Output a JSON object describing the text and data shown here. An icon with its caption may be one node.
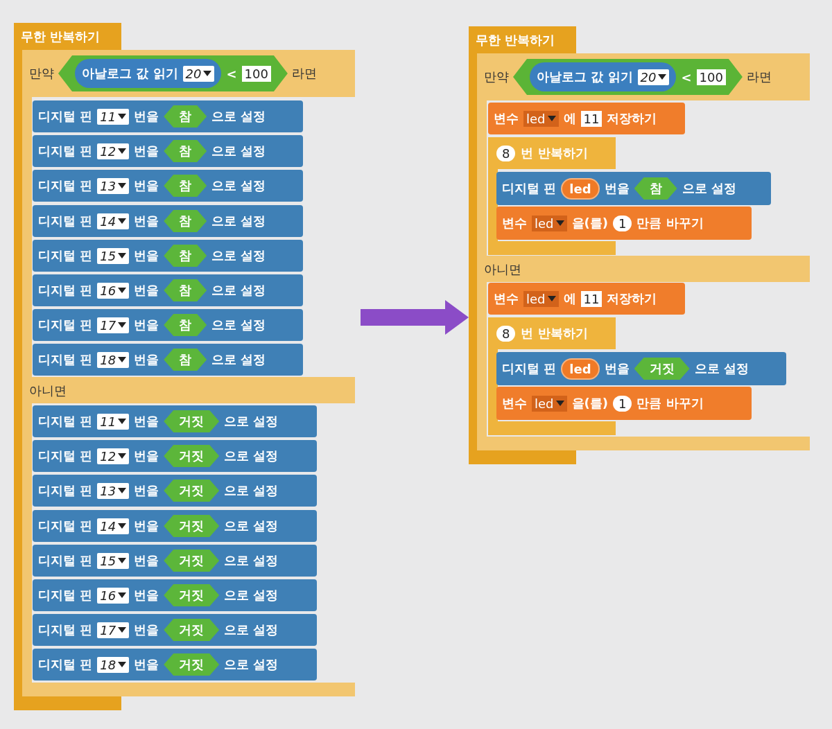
{
  "diagram": {
    "nodes": [
      {
        "text": [
          "무한 반복하기"
        ]
      },
      {
        "text": [
          "만약",
          "아날로그 값 읽기",
          "20",
          "<",
          "100",
          "라면",
          "아니면"
        ],
        "in": 0
      },
      {
        "text": [
          "디지털 핀",
          "11",
          "번을",
          "참",
          "으로 설정"
        ],
        "in": 1
      },
      {
        "text": [
          "디지털 핀",
          "12",
          "번을",
          "참",
          "으로 설정"
        ],
        "in": 1
      },
      {
        "text": [
          "디지털 핀",
          "13",
          "번을",
          "참",
          "으로 설정"
        ],
        "in": 1
      },
      {
        "text": [
          "디지털 핀",
          "14",
          "번을",
          "참",
          "으로 설정"
        ],
        "in": 1
      },
      {
        "text": [
          "디지털 핀",
          "15",
          "번을",
          "참",
          "으로 설정"
        ],
        "in": 1
      },
      {
        "text": [
          "디지털 핀",
          "16",
          "번을",
          "참",
          "으로 설정"
        ],
        "in": 1
      },
      {
        "text": [
          "디지털 핀",
          "17",
          "번을",
          "참",
          "으로 설정"
        ],
        "in": 1
      },
      {
        "text": [
          "디지털 핀",
          "18",
          "번을",
          "참",
          "으로 설정"
        ],
        "in": 1
      },
      {
        "text": [
          "디지털 핀",
          "11",
          "번을",
          "거짓",
          "으로 설정"
        ],
        "in": 1
      },
      {
        "text": [
          "디지털 핀",
          "12",
          "번을",
          "거짓",
          "으로 설정"
        ],
        "in": 1
      },
      {
        "text": [
          "디지털 핀",
          "13",
          "번을",
          "거짓",
          "으로 설정"
        ],
        "in": 1
      },
      {
        "text": [
          "디지털 핀",
          "14",
          "번을",
          "거짓",
          "으로 설정"
        ],
        "in": 1
      },
      {
        "text": [
          "디지털 핀",
          "15",
          "번을",
          "거짓",
          "으로 설정"
        ],
        "in": 1
      },
      {
        "text": [
          "디지털 핀",
          "16",
          "번을",
          "거짓",
          "으로 설정"
        ],
        "in": 1
      },
      {
        "text": [
          "디지털 핀",
          "17",
          "번을",
          "거짓",
          "으로 설정"
        ],
        "in": 1
      },
      {
        "text": [
          "디지털 핀",
          "18",
          "번을",
          "거짓",
          "으로 설정"
        ],
        "in": 1
      },
      {
        "text": [
          "무한 반복하기"
        ]
      },
      {
        "text": [
          "만약",
          "아날로그 값 읽기",
          "20",
          "<",
          "100",
          "라면",
          "아니면"
        ],
        "in": 18
      },
      {
        "text": [
          "변수",
          "led",
          "에",
          "11",
          "저장하기"
        ],
        "in": 19
      },
      {
        "text": [
          "8",
          "번 반복하기"
        ],
        "in": 19
      },
      {
        "text": [
          "디지털 핀",
          "led",
          "번을",
          "참",
          "으로 설정"
        ],
        "in": 21
      },
      {
        "text": [
          "변수",
          "led",
          "을(를)",
          "1",
          "만큼 바꾸기"
        ],
        "in": 21
      },
      {
        "text": [
          "변수",
          "led",
          "에",
          "11",
          "저장하기"
        ],
        "in": 19
      },
      {
        "text": [
          "8",
          "번 반복하기"
        ],
        "in": 19
      },
      {
        "text": [
          "디지털 핀",
          "led",
          "번을",
          "거짓",
          "으로 설정"
        ],
        "in": 25
      },
      {
        "text": [
          "변수",
          "led",
          "을(를)",
          "1",
          "만큼 바꾸기"
        ],
        "in": 25
      }
    ],
    "edges": [
      {
        "from": 0,
        "to": 18,
        "arrow": "to",
        "color": "#8b4cc7"
      }
    ]
  }
}
